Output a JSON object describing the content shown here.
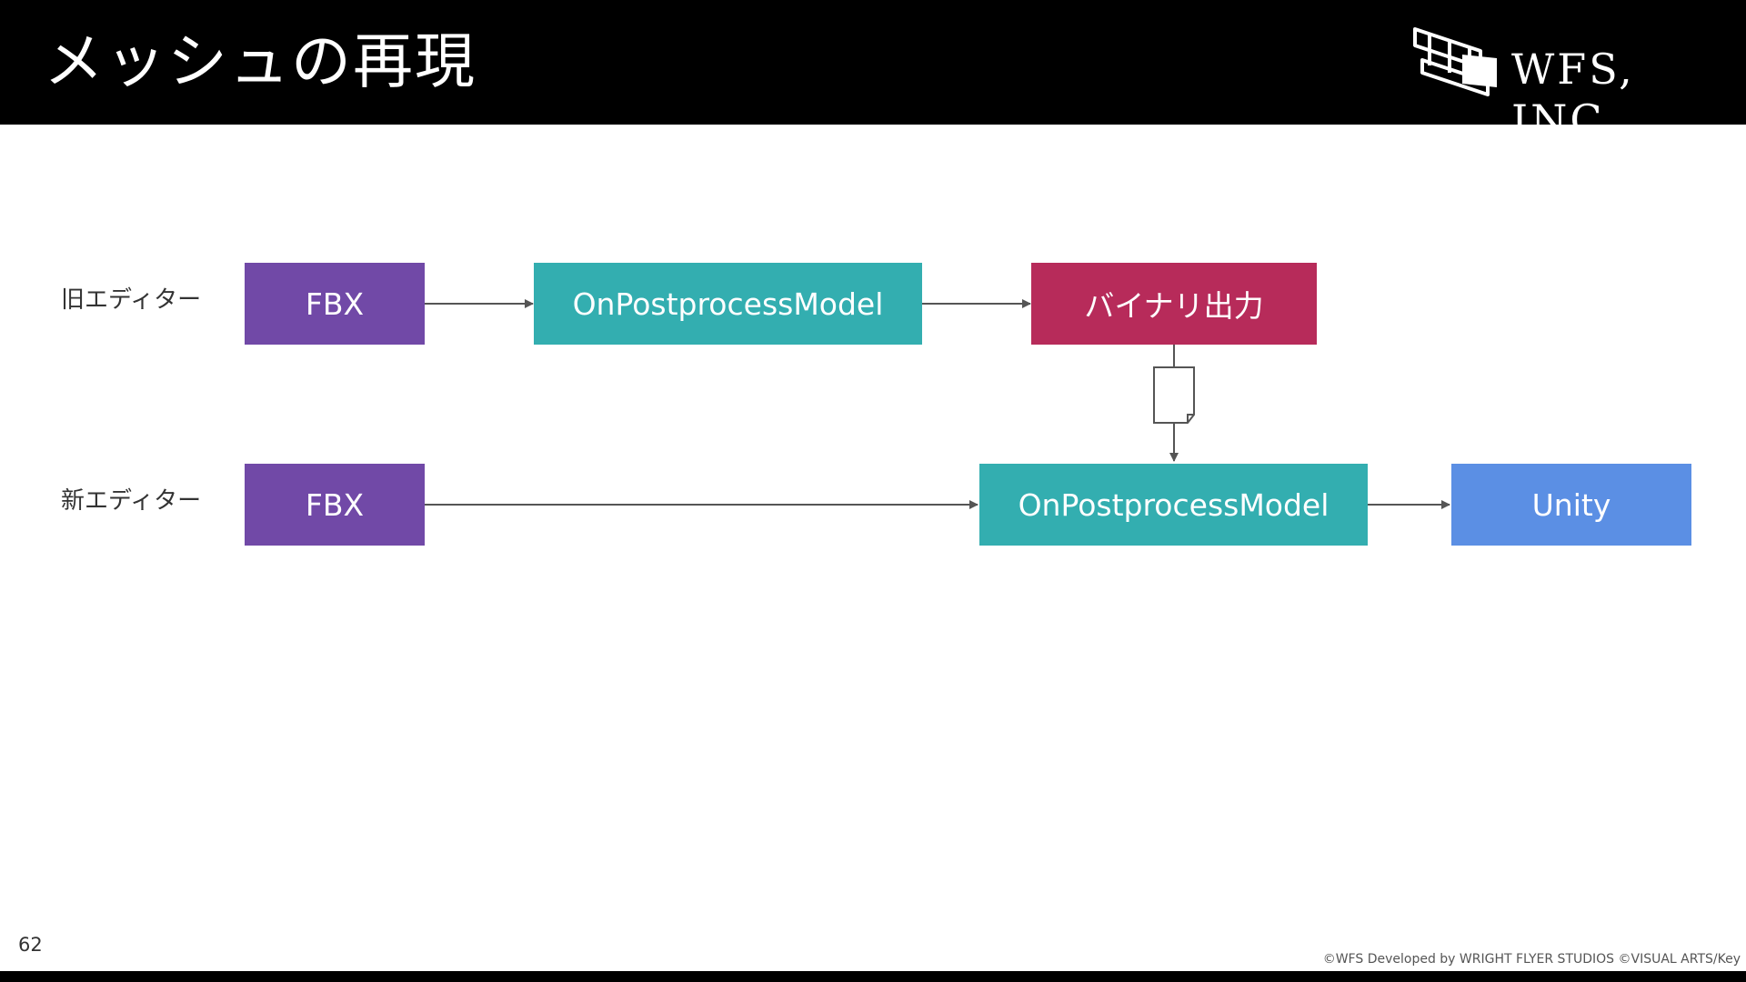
{
  "header": {
    "title": "メッシュの再現",
    "logo_text": "WFS, INC."
  },
  "rows": {
    "old_editor_label": "旧エディター",
    "new_editor_label": "新エディター"
  },
  "nodes": {
    "old_fbx": {
      "label": "FBX",
      "color": "#7149A7"
    },
    "old_postprocess": {
      "label": "OnPostprocessModel",
      "color": "#33AEB0"
    },
    "binary_output": {
      "label": "バイナリ出力",
      "color": "#B72B5A"
    },
    "new_fbx": {
      "label": "FBX",
      "color": "#7149A7"
    },
    "new_postprocess": {
      "label": "OnPostprocessModel",
      "color": "#33AEB0"
    },
    "unity": {
      "label": "Unity",
      "color": "#5B8FE4"
    }
  },
  "footer": {
    "page_number": "62",
    "copyright": "©WFS Developed by WRIGHT FLYER STUDIOS ©VISUAL ARTS/Key"
  }
}
